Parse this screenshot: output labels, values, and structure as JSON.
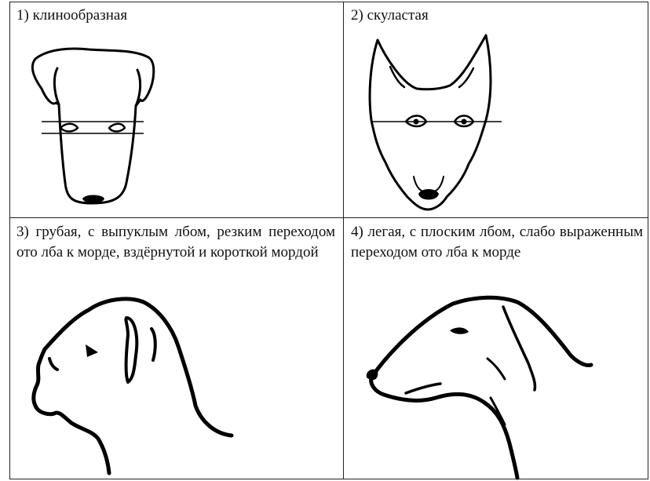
{
  "panels": [
    {
      "caption": "1) клинообразная"
    },
    {
      "caption": "2) скуластая"
    },
    {
      "caption": "3) грубая, с выпуклым лбом, резким переходом ото лба к морде, вздёрнутой и короткой мордой"
    },
    {
      "caption": "4) легая, с плоским лбом, слабо выраженным переходом ото лба к морде"
    }
  ],
  "icons": [
    "wedge-head-icon",
    "cheekbone-head-icon",
    "rough-head-icon",
    "flat-head-icon"
  ]
}
